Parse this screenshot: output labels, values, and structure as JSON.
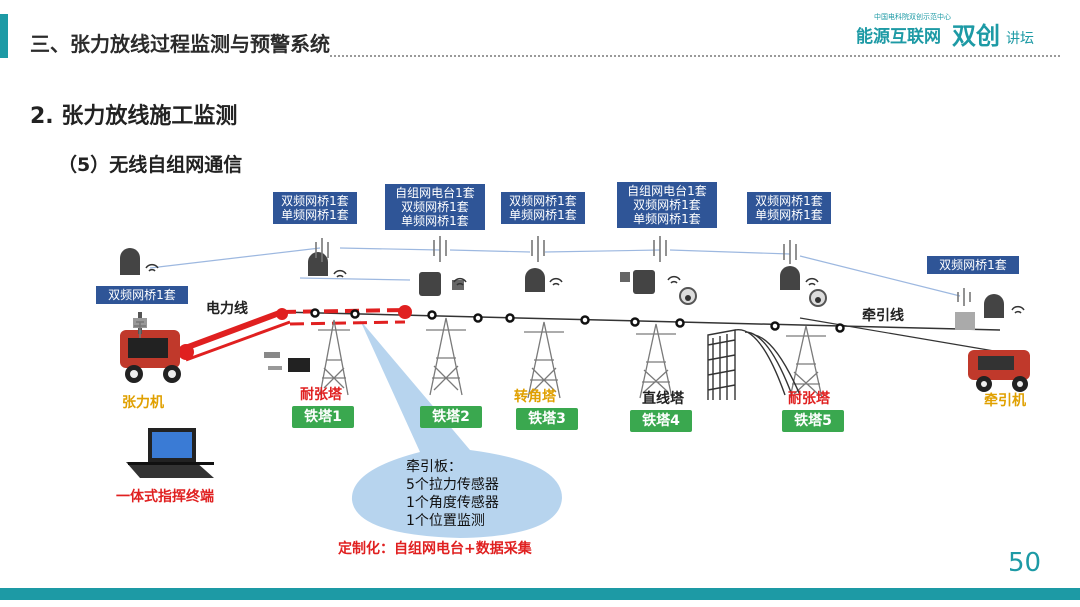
{
  "header": {
    "title": "三、张力放线过程监测与预警系统"
  },
  "brand": {
    "small": "中国电科院双创示范中心",
    "main": "能源互联网",
    "big": "双创",
    "tail": "讲坛"
  },
  "section": "2. 张力放线施工监测",
  "subsection": "（5）无线自组网通信",
  "boxes": {
    "b1": [
      "双频网桥1套",
      "单频网桥1套"
    ],
    "b2": [
      "自组网电台1套",
      "双频网桥1套",
      "单频网桥1套"
    ],
    "b3": [
      "双频网桥1套",
      "单频网桥1套"
    ],
    "b4": [
      "自组网电台1套",
      "双频网桥1套",
      "单频网桥1套"
    ],
    "b5": [
      "双频网桥1套",
      "单频网桥1套"
    ],
    "left": [
      "双频网桥1套"
    ],
    "right": [
      "双频网桥1套"
    ]
  },
  "labels": {
    "power_line": "电力线",
    "pull_line": "牵引线",
    "tension_machine": "张力机",
    "puller": "牵引机",
    "terminal": "一体式指挥终端",
    "t1_type": "耐张塔",
    "t3_type": "转角塔",
    "t4_type": "直线塔",
    "t5_type": "耐张塔"
  },
  "towers": [
    "铁塔1",
    "铁塔2",
    "铁塔3",
    "铁塔4",
    "铁塔5"
  ],
  "bubble": {
    "title": "牵引板：",
    "lines": [
      "5个拉力传感器",
      "1个角度传感器",
      "1个位置监测"
    ]
  },
  "custom": "定制化：自组网电台+数据采集",
  "page_number": "50",
  "colors": {
    "teal": "#1d9aa5",
    "box_blue": "#2f5597",
    "badge_green": "#3aa84f",
    "red": "#e02020",
    "gold": "#e0a000"
  }
}
